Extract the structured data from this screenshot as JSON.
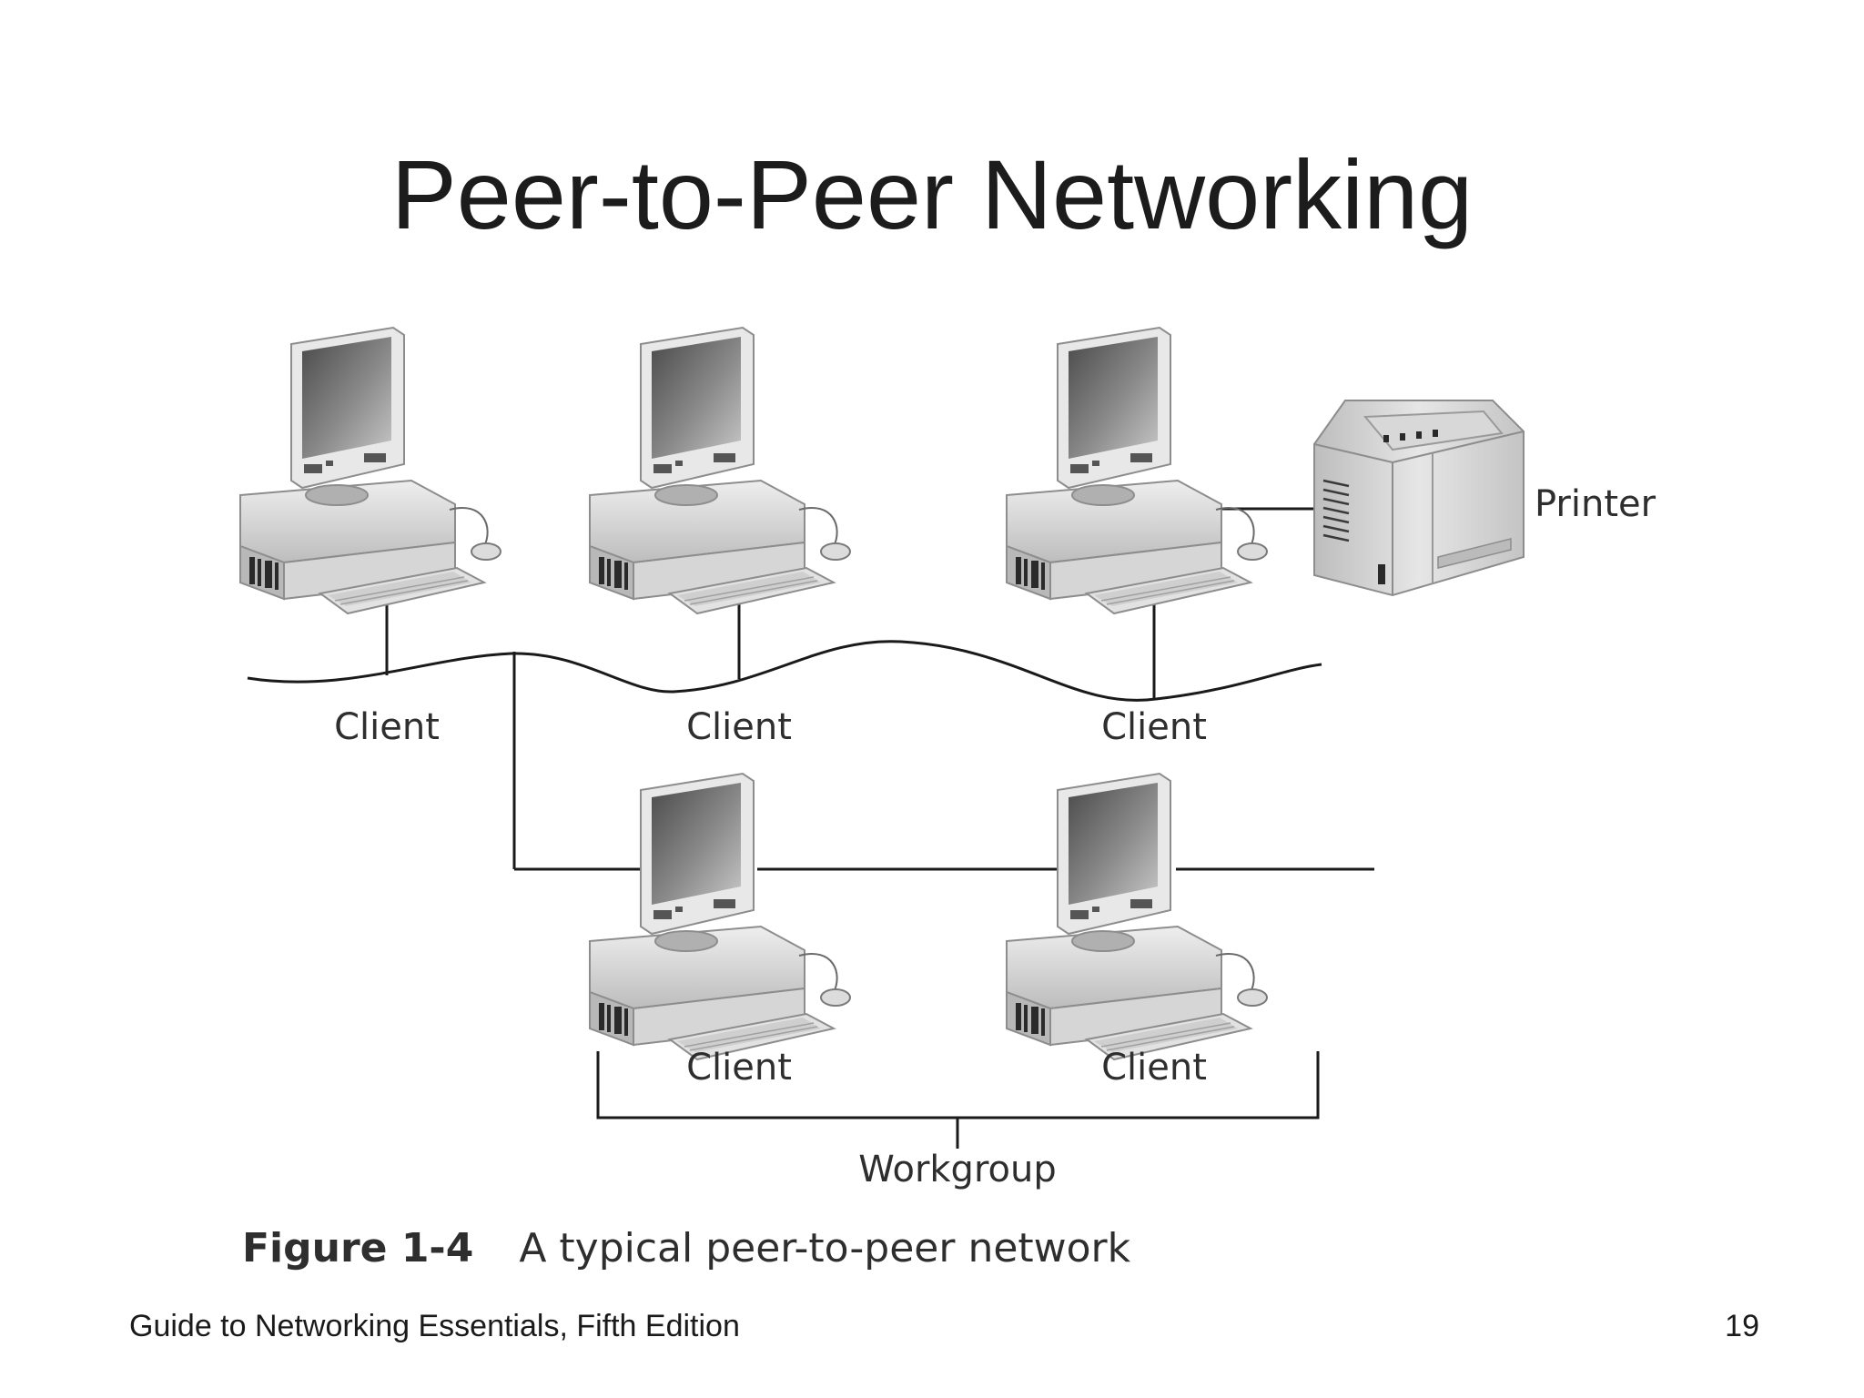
{
  "title": "Peer-to-Peer Networking",
  "diagram": {
    "top_clients": [
      "Client",
      "Client",
      "Client"
    ],
    "printer_label": "Printer",
    "workgroup_clients": [
      "Client",
      "Client"
    ],
    "workgroup_label": "Workgroup"
  },
  "caption": {
    "figure_number": "Figure 1-4",
    "text": "A typical peer-to-peer network"
  },
  "footer": {
    "book": "Guide to Networking Essentials, Fifth Edition",
    "page_number": "19"
  }
}
